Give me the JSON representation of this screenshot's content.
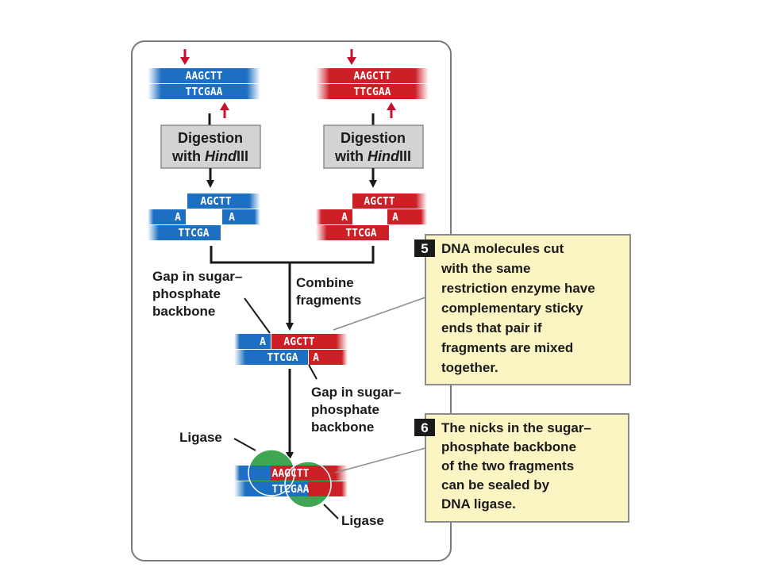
{
  "colors": {
    "blue": "#1c6fc2",
    "red": "#cc1f26",
    "arrow_red": "#c8102e",
    "panel_border": "#7a7a7a",
    "digest_box": "#d3d3d3",
    "callout_fill": "#fbf5c4",
    "callout_border": "#8c8c8c",
    "ligase_green": "#3fa651"
  },
  "left_dna": {
    "top": "AAGCTT",
    "bottom": "TTCGAA"
  },
  "right_dna": {
    "top": "AAGCTT",
    "bottom": "TTCGAA"
  },
  "digestion": {
    "line1": "Digestion",
    "line2_prefix": "with ",
    "line2_italic": "Hind",
    "line2_suffix": "III"
  },
  "fragments": {
    "top": "AGCTT",
    "small": "A",
    "bottom": "TTCGA"
  },
  "combine": {
    "line1": "Combine",
    "line2": "fragments"
  },
  "gap_label": {
    "line1": "Gap in sugar–",
    "line2": "phosphate",
    "line3": "backbone"
  },
  "combined": {
    "top_left": "A",
    "top_right": "AGCTT",
    "bottom_left": "TTCGA",
    "bottom_right": "A"
  },
  "ligase_label": "Ligase",
  "ligated": {
    "top": "AAGCTT",
    "bottom": "TTCGAA"
  },
  "step5": {
    "number": "5",
    "lines": [
      "DNA molecules cut",
      "with the same",
      "restriction enzyme have",
      "complementary sticky",
      "ends that pair if",
      "fragments are mixed",
      "together."
    ]
  },
  "step6": {
    "number": "6",
    "lines": [
      "The nicks in the sugar–",
      "phosphate backbone",
      "of the two fragments",
      "can be sealed by",
      "DNA ligase."
    ]
  }
}
